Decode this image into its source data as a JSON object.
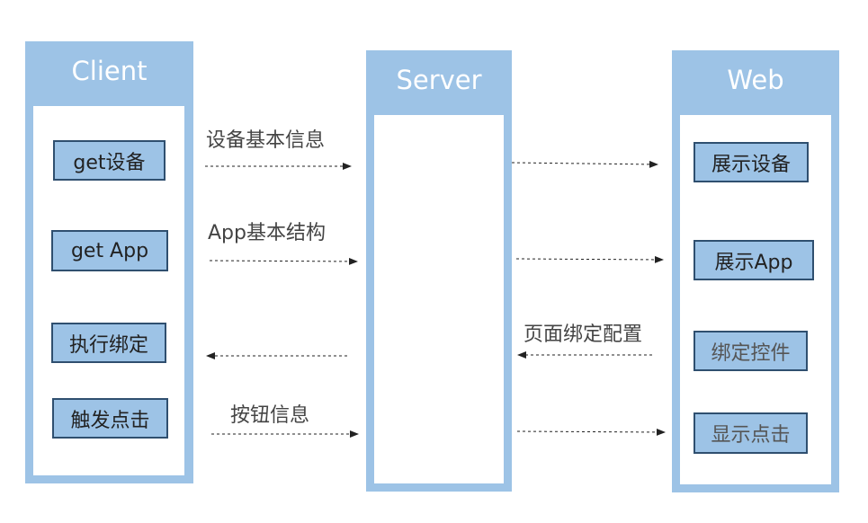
{
  "lanes": {
    "client": {
      "title": "Client",
      "items": [
        "get设备",
        "get App",
        "执行绑定",
        "触发点击"
      ]
    },
    "server": {
      "title": "Server"
    },
    "web": {
      "title": "Web",
      "items": [
        "展示设备",
        "展示App",
        "绑定控件",
        "显示点击"
      ]
    }
  },
  "messages": {
    "device_info": "设备基本信息",
    "app_structure": "App基本结构",
    "page_binding_config": "页面绑定配置",
    "button_info": "按钮信息"
  },
  "colors": {
    "lane_fill": "#9dc3e6",
    "box_border": "#2f4f6f",
    "arrow": "#222222"
  }
}
